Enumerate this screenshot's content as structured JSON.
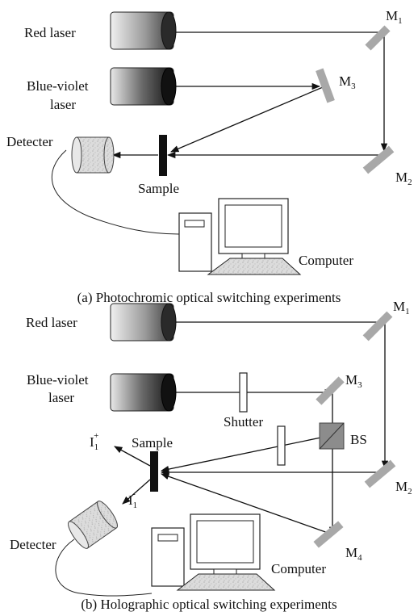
{
  "panel_a": {
    "caption": "(a) Photochromic optical switching experiments",
    "red_laser": "Red laser",
    "blue_laser_line1": "Blue-violet",
    "blue_laser_line2": "laser",
    "detector": "Detecter",
    "sample": "Sample",
    "computer": "Computer",
    "m1": "M",
    "m1_sub": "1",
    "m2": "M",
    "m2_sub": "2",
    "m3": "M",
    "m3_sub": "3"
  },
  "panel_b": {
    "caption": "(b) Holographic optical switching experiments",
    "red_laser": "Red laser",
    "blue_laser_line1": "Blue-violet",
    "blue_laser_line2": "laser",
    "shutter": "Shutter",
    "sample": "Sample",
    "bs": "BS",
    "detector": "Detecter",
    "computer": "Computer",
    "i_plus": "I",
    "i_plus_sub": "1",
    "i_plus_sup": "+",
    "i_minus": "I",
    "i_minus_sub": "1",
    "i_minus_sup": "-",
    "m1": "M",
    "m1_sub": "1",
    "m2": "M",
    "m2_sub": "2",
    "m3": "M",
    "m3_sub": "3",
    "m4": "M",
    "m4_sub": "4"
  },
  "colors": {
    "line": "#111111",
    "mirror": "#a8a8a8",
    "sample": "#111111",
    "beam_splitter": "#8c8c8c",
    "detector_fill": "#d9d9d9"
  }
}
